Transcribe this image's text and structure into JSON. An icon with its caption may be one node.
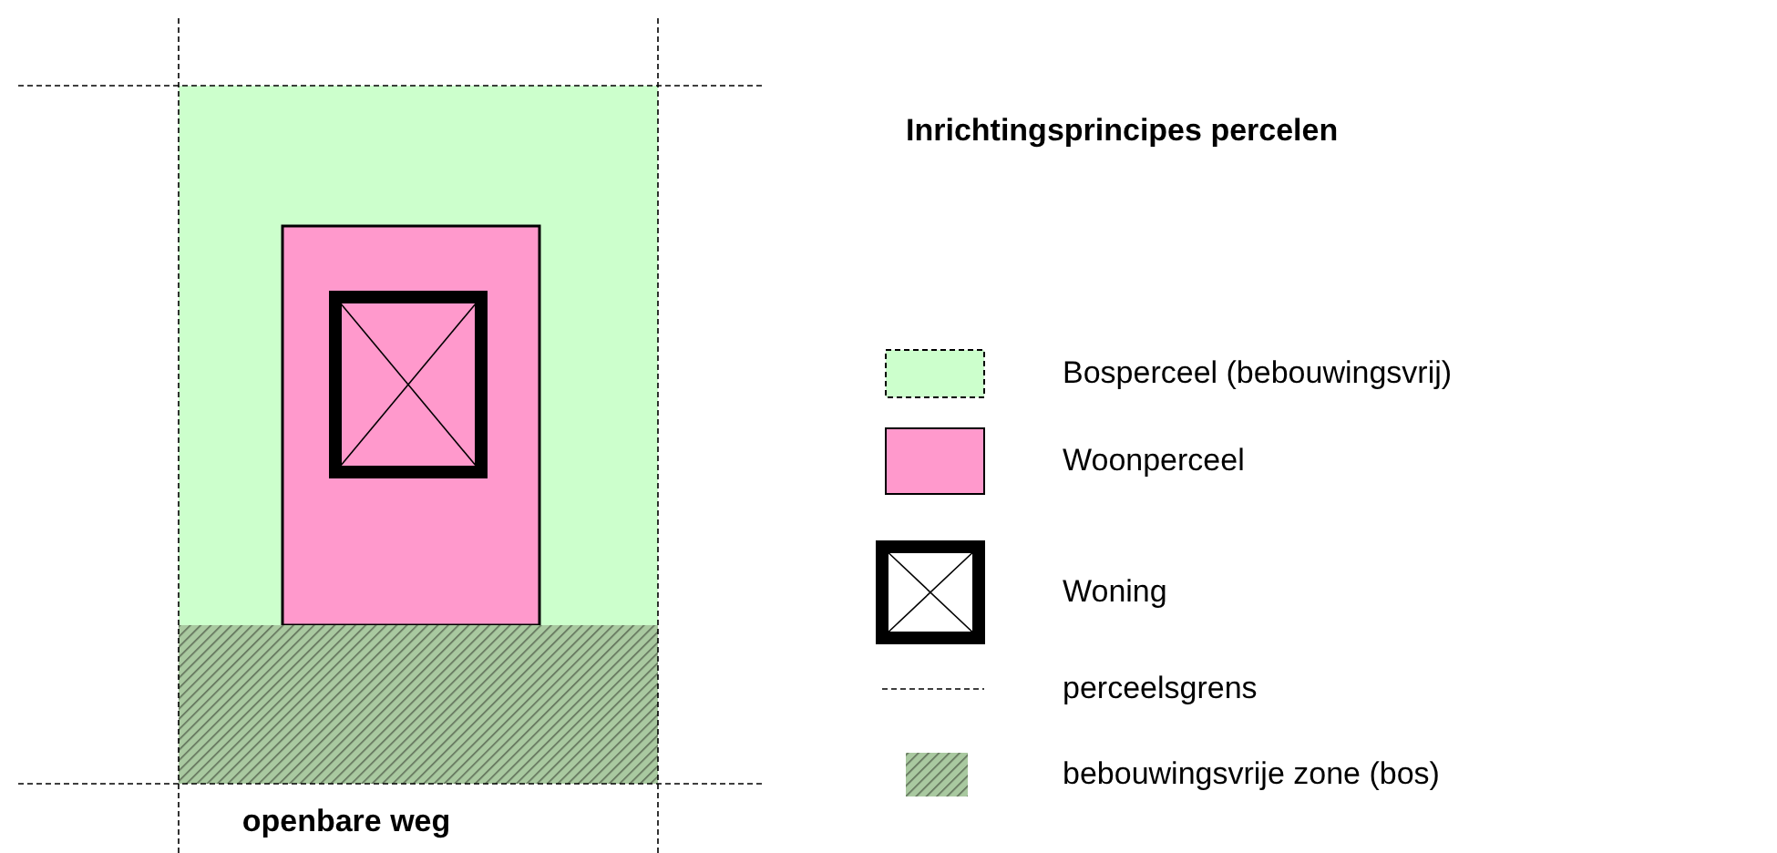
{
  "diagram": {
    "title": "Inrichtingsprincipes percelen",
    "labels": [
      "openbare weg"
    ],
    "legend": [
      {
        "text": "Bosperceel (bebouwingsvrij)",
        "color": "#ccffcc"
      },
      {
        "text": "Woonperceel",
        "color": "#ff99cc"
      },
      {
        "text": "Woning"
      },
      {
        "text": "perceelsgrens"
      },
      {
        "text": "bebouwingsvrije zone (bos)"
      }
    ]
  }
}
